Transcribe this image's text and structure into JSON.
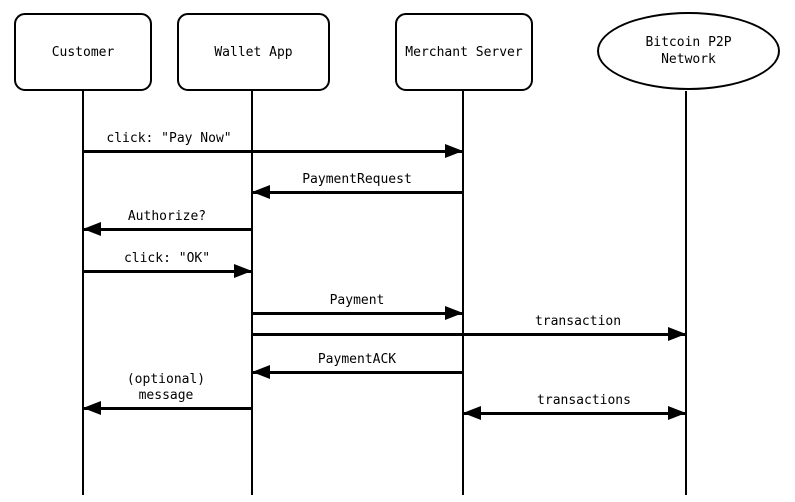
{
  "diagram": {
    "type": "sequence",
    "colors": {
      "line": "#000000",
      "text": "#000000",
      "background": "#ffffff"
    },
    "participants": [
      {
        "id": "customer",
        "label": "Customer",
        "shape": "rect"
      },
      {
        "id": "wallet",
        "label": "Wallet App",
        "shape": "rect"
      },
      {
        "id": "merchant",
        "label": "Merchant Server",
        "shape": "rect"
      },
      {
        "id": "bitcoin",
        "label": "Bitcoin P2P\nNetwork",
        "shape": "ellipse"
      }
    ],
    "messages": [
      {
        "label": "click: \"Pay Now\"",
        "from": "customer",
        "to": "merchant",
        "arrow": "single"
      },
      {
        "label": "PaymentRequest",
        "from": "merchant",
        "to": "wallet",
        "arrow": "single"
      },
      {
        "label": "Authorize?",
        "from": "wallet",
        "to": "customer",
        "arrow": "single"
      },
      {
        "label": "click: \"OK\"",
        "from": "customer",
        "to": "wallet",
        "arrow": "single"
      },
      {
        "label": "Payment",
        "from": "wallet",
        "to": "merchant",
        "arrow": "single"
      },
      {
        "label": "transaction",
        "from": "wallet",
        "to": "bitcoin",
        "arrow": "single"
      },
      {
        "label": "PaymentACK",
        "from": "merchant",
        "to": "wallet",
        "arrow": "single"
      },
      {
        "label": "(optional)\nmessage",
        "from": "wallet",
        "to": "customer",
        "arrow": "single"
      },
      {
        "label": "transactions",
        "from": "merchant",
        "to": "bitcoin",
        "arrow": "double"
      }
    ]
  }
}
